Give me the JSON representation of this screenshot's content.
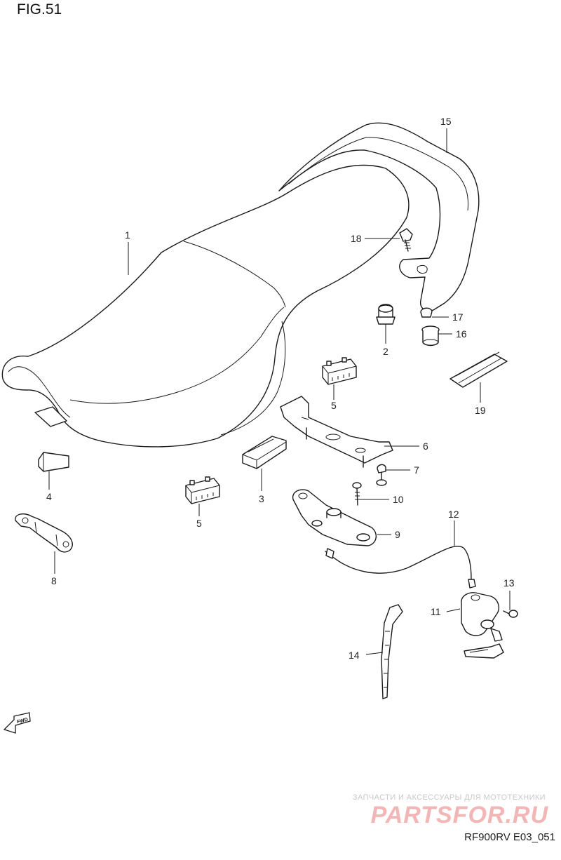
{
  "figure": {
    "title": "FIG.51",
    "code": "RF900RV E03_051"
  },
  "fwd_label": "FWD",
  "watermark": {
    "tagline": "ЗАПЧАСТИ И АКСЕССУАРЫ ДЛЯ МОТОТЕХНИКИ",
    "logo": "PARTSFOR.RU"
  },
  "callouts": {
    "c1": "1",
    "c2": "2",
    "c3": "3",
    "c4": "4",
    "c5a": "5",
    "c5b": "5",
    "c6": "6",
    "c7": "7",
    "c8": "8",
    "c9": "9",
    "c10": "10",
    "c11": "11",
    "c12": "12",
    "c13": "13",
    "c14": "14",
    "c15": "15",
    "c16": "16",
    "c17": "17",
    "c18": "18",
    "c19": "19"
  }
}
